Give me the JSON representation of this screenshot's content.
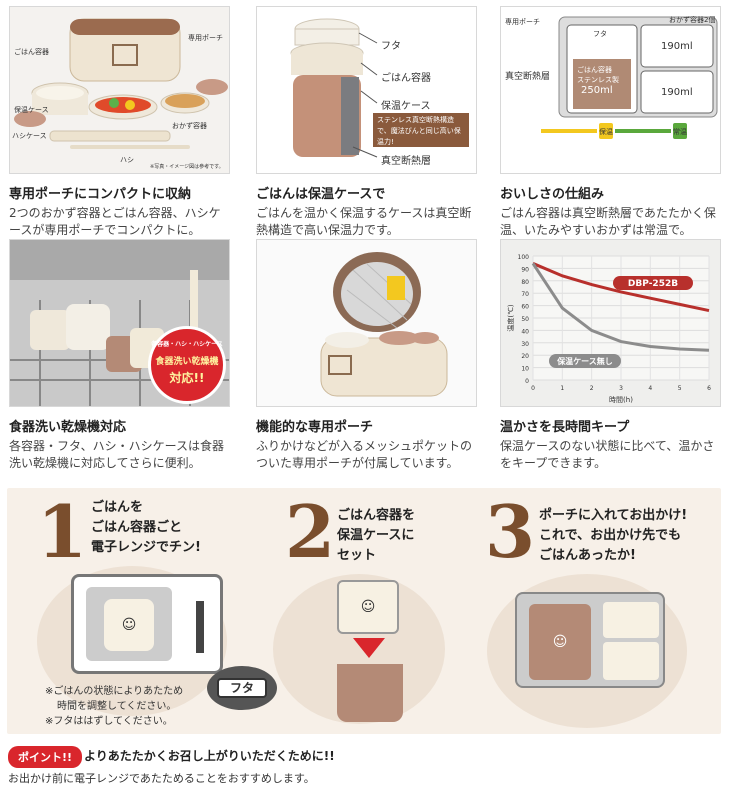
{
  "cards": [
    {
      "title": "専用ポーチにコンパクトに収納",
      "desc": "2つのおかず容器とごはん容器、ハシケースが専用ポーチでコンパクトに。",
      "labels": [
        "ごはん容器",
        "専用ポーチ",
        "保温ケース",
        "おかず容器",
        "ハシケース",
        "ハシ"
      ],
      "caption": "※写真・イメージ図は参考です。"
    },
    {
      "title": "ごはんは保温ケースで",
      "desc": "ごはんを温かく保温するケースは真空断熱構造で高い保温力です。",
      "labels": [
        "フタ",
        "ごはん容器",
        "保温ケース",
        "真空断熱層"
      ],
      "note": "ステンレス真空断熱構造で、魔法びんと同じ高い保温力!"
    },
    {
      "title": "おいしさの仕組み",
      "desc": "ごはん容器は真空断熱層であたたかく保温、いたみやすいおかずは常温で。",
      "labels": [
        "専用ポーチ",
        "フタ",
        "ごはん容器",
        "ステンレス製",
        "250ml",
        "真空断熱層",
        "おかず容器2個",
        "190ml",
        "190ml",
        "保温",
        "常温"
      ]
    },
    {
      "title": "食器洗い乾燥機対応",
      "desc": "各容器・フタ、ハシ・ハシケースは食器洗い乾燥機に対応してさらに便利。",
      "badge_top": "各容器・ハシ・ハシケース",
      "badge_main": "食器洗い乾燥機",
      "badge_sub": "対応!!"
    },
    {
      "title": "機能的な専用ポーチ",
      "desc": "ふりかけなどが入るメッシュポケットのついた専用ポーチが付属しています。"
    },
    {
      "title": "温かさを長時間キープ",
      "desc": "保温ケースのない状態に比べて、温かさをキープできます。"
    }
  ],
  "chart_data": {
    "type": "line",
    "xlabel": "時間(h)",
    "ylabel": "温度(℃)",
    "x": [
      0,
      1,
      2,
      3,
      4,
      5,
      6
    ],
    "ylim": [
      0,
      100
    ],
    "xlim": [
      0,
      6
    ],
    "yticks": [
      0,
      10,
      20,
      30,
      40,
      50,
      60,
      70,
      80,
      90,
      100
    ],
    "series": [
      {
        "name": "DBP-252B",
        "color": "#b8302c",
        "values": [
          94,
          84,
          77,
          71,
          66,
          61,
          56
        ]
      },
      {
        "name": "保温ケース無し",
        "color": "#8c8c8c",
        "values": [
          94,
          58,
          40,
          31,
          27,
          25,
          24
        ]
      }
    ]
  },
  "steps": [
    {
      "num": "1",
      "text": [
        "ごはんを",
        "ごはん容器ごと",
        "電子レンジでチン!"
      ]
    },
    {
      "num": "2",
      "text": [
        "ごはん容器を",
        "保温ケースに",
        "セット"
      ]
    },
    {
      "num": "3",
      "text": [
        "ポーチに入れてお出かけ!",
        "これで、お出かけ先でも",
        "ごはんあったか!"
      ]
    }
  ],
  "step_notes": [
    "※ごはんの状態によりあたため",
    "時間を調整してください。",
    "※フタははずしてください。"
  ],
  "futa_label": "フタ",
  "point": {
    "badge": "ポイント!!",
    "head": "よりあたたかくお召し上がりいただくために!!",
    "text": "お出かけ前に電子レンジであたためることをおすすめします。"
  },
  "colors": {
    "brown": "#7a4e2d",
    "pink": "#c89a86",
    "cream": "#f1ead9",
    "red": "#d9262c",
    "green": "#5aa83c",
    "yellow": "#f3c81f"
  }
}
